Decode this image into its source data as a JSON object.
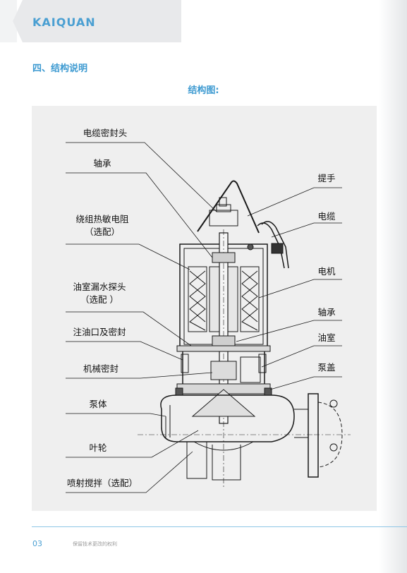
{
  "brand": {
    "name": "KAIQUAN"
  },
  "section": {
    "title": "四、结构说明"
  },
  "diagram": {
    "caption": "结构图:",
    "left_labels": [
      {
        "line1": "电缆密封头",
        "line2": ""
      },
      {
        "line1": "轴承",
        "line2": ""
      },
      {
        "line1": "绕组热敏电阻",
        "line2": "（选配）"
      },
      {
        "line1": "油室漏水探头",
        "line2": "（选配 ）"
      },
      {
        "line1": "注油口及密封",
        "line2": ""
      },
      {
        "line1": "机械密封",
        "line2": ""
      },
      {
        "line1": "泵体",
        "line2": ""
      },
      {
        "line1": "叶轮",
        "line2": ""
      },
      {
        "line1": "喷射搅拌（选配）",
        "line2": ""
      }
    ],
    "right_labels": [
      "提手",
      "电缆",
      "电机",
      "轴承",
      "油室",
      "泵盖"
    ]
  },
  "footer": {
    "page_number": "03",
    "rights_text": "保留技术更改的权利"
  },
  "colors": {
    "accent": "#3d9ad1",
    "panel_bg": "#efefef",
    "line": "#1a1a1a"
  }
}
